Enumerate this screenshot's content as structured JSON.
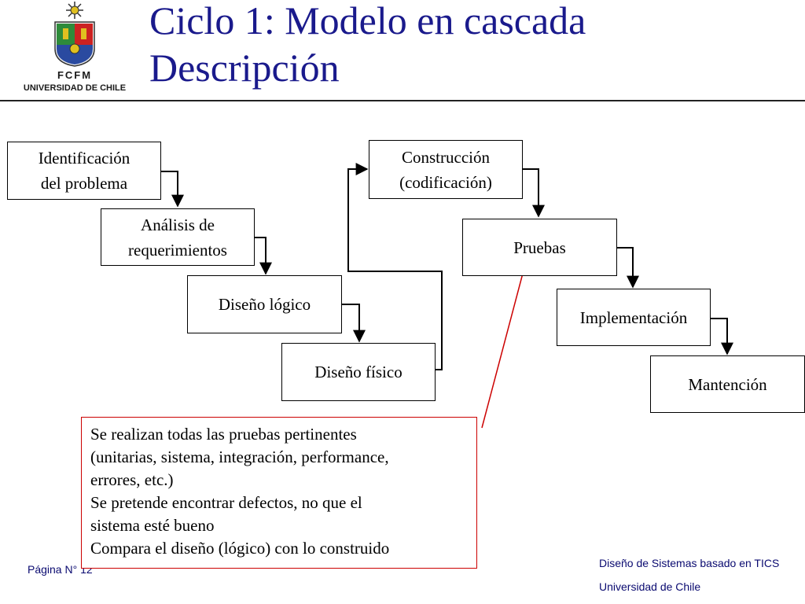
{
  "header": {
    "title_line1": "Ciclo 1: Modelo en cascada",
    "title_line2": "Descripción",
    "logo_name": "FCFM",
    "logo_university": "UNIVERSIDAD DE CHILE"
  },
  "diagram": {
    "steps": [
      "Identificación\ndel problema",
      "Análisis de\nrequerimientos",
      "Diseño lógico",
      "Diseño físico",
      "Construcción\n(codificación)",
      "Pruebas",
      "Implementación",
      "Mantención"
    ],
    "callout_lines": [
      "Se realizan todas las pruebas pertinentes",
      "(unitarias, sistema, integración, performance,",
      "errores, etc.)",
      "Se pretende encontrar defectos, no que el",
      "sistema esté bueno",
      "Compara el diseño (lógico) con lo construido"
    ]
  },
  "footer": {
    "page": "Página N° 12",
    "course": "Diseño de Sistemas basado en TICS",
    "university": "Universidad de Chile"
  },
  "colors": {
    "title": "#1a1a8c",
    "callout_border": "#cc0000",
    "footer": "#0a0a70"
  }
}
